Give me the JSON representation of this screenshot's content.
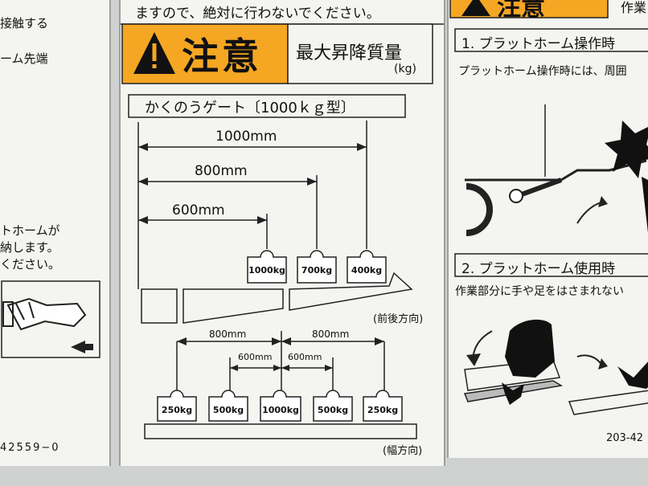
{
  "left_panel": {
    "lines": [
      "接触する",
      "ーム先端",
      "トホームが",
      "納します。",
      "ください。"
    ],
    "code": "42559−0"
  },
  "center_panel": {
    "top_text": "ますので、絶対に行わないでください。",
    "caution_word": "注意",
    "heading_main": "最大昇降質量",
    "heading_unit": "(kg)",
    "gate_title": "かくのうゲート〔1000ｋｇ型〕",
    "front_back": {
      "dimensions": [
        "1000mm",
        "800mm",
        "600mm"
      ],
      "loads": [
        "1000kg",
        "700kg",
        "400kg"
      ],
      "direction_label": "(前後方向)"
    },
    "width_dir": {
      "dimensions_outer": [
        "800mm",
        "800mm"
      ],
      "dimensions_inner": [
        "600mm",
        "600mm"
      ],
      "loads": [
        "250kg",
        "500kg",
        "1000kg",
        "500kg",
        "250kg"
      ],
      "direction_label": "(幅方向)"
    }
  },
  "right_panel": {
    "caution_word": "注意",
    "header_fragment": "作業",
    "section1_title": "1. プラットホーム操作時",
    "section1_text": "プラットホーム操作時には、周囲",
    "section2_title": "2. プラットホーム使用時",
    "section2_text": "作業部分に手や足をはさまれない",
    "code": "203-42"
  },
  "colors": {
    "caution_yellow": "#f5a623",
    "line": "#222222",
    "panel": "#f4f4f1"
  }
}
